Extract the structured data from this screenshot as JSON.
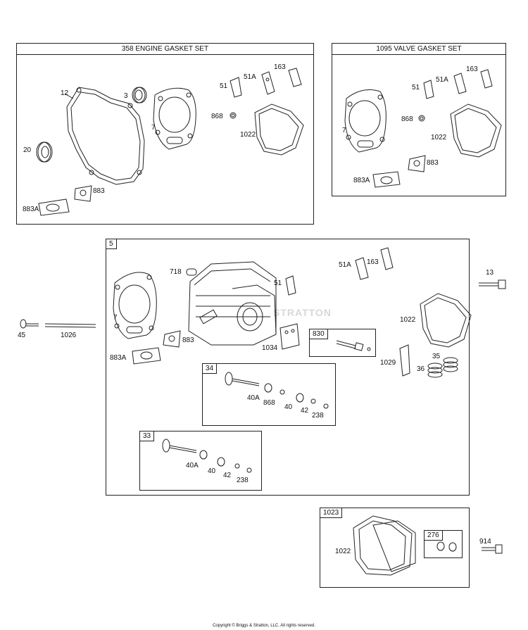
{
  "engine_gasket_set": {
    "title": "358 ENGINE GASKET SET",
    "labels": {
      "p12": "12",
      "p3": "3",
      "p7": "7",
      "p51": "51",
      "p51a": "51A",
      "p163": "163",
      "p868": "868",
      "p1022": "1022",
      "p20": "20",
      "p883": "883",
      "p883a": "883A"
    }
  },
  "valve_gasket_set": {
    "title": "1095 VALVE GASKET SET",
    "labels": {
      "p163": "163",
      "p51a": "51A",
      "p51": "51",
      "p7": "7",
      "p868": "868",
      "p1022": "1022",
      "p883": "883",
      "p883a": "883A"
    }
  },
  "cylinder_head": {
    "tag": "5",
    "labels": {
      "p718": "718",
      "p51a": "51A",
      "p163": "163",
      "p7": "7",
      "p51": "51",
      "p1022": "1022",
      "p883": "883",
      "p883a": "883A",
      "p1034": "1034",
      "p1029": "1029",
      "p35": "35",
      "p36": "36"
    }
  },
  "outside_labels": {
    "p13": "13",
    "p45": "45",
    "p1026": "1026"
  },
  "box_830": {
    "tag": "830"
  },
  "box_34": {
    "tag": "34",
    "labels": {
      "p40a": "40A",
      "p868": "868",
      "p40": "40",
      "p42": "42",
      "p238": "238"
    }
  },
  "box_33": {
    "tag": "33",
    "labels": {
      "p40a": "40A",
      "p40": "40",
      "p42": "42",
      "p238": "238"
    }
  },
  "box_1023": {
    "tag": "1023",
    "labels": {
      "p1022": "1022"
    },
    "sub_tag": "276"
  },
  "p914": "914",
  "watermark": "STRATTON",
  "copyright": "Copyright © Briggs & Stratton, LLC. All rights reserved."
}
